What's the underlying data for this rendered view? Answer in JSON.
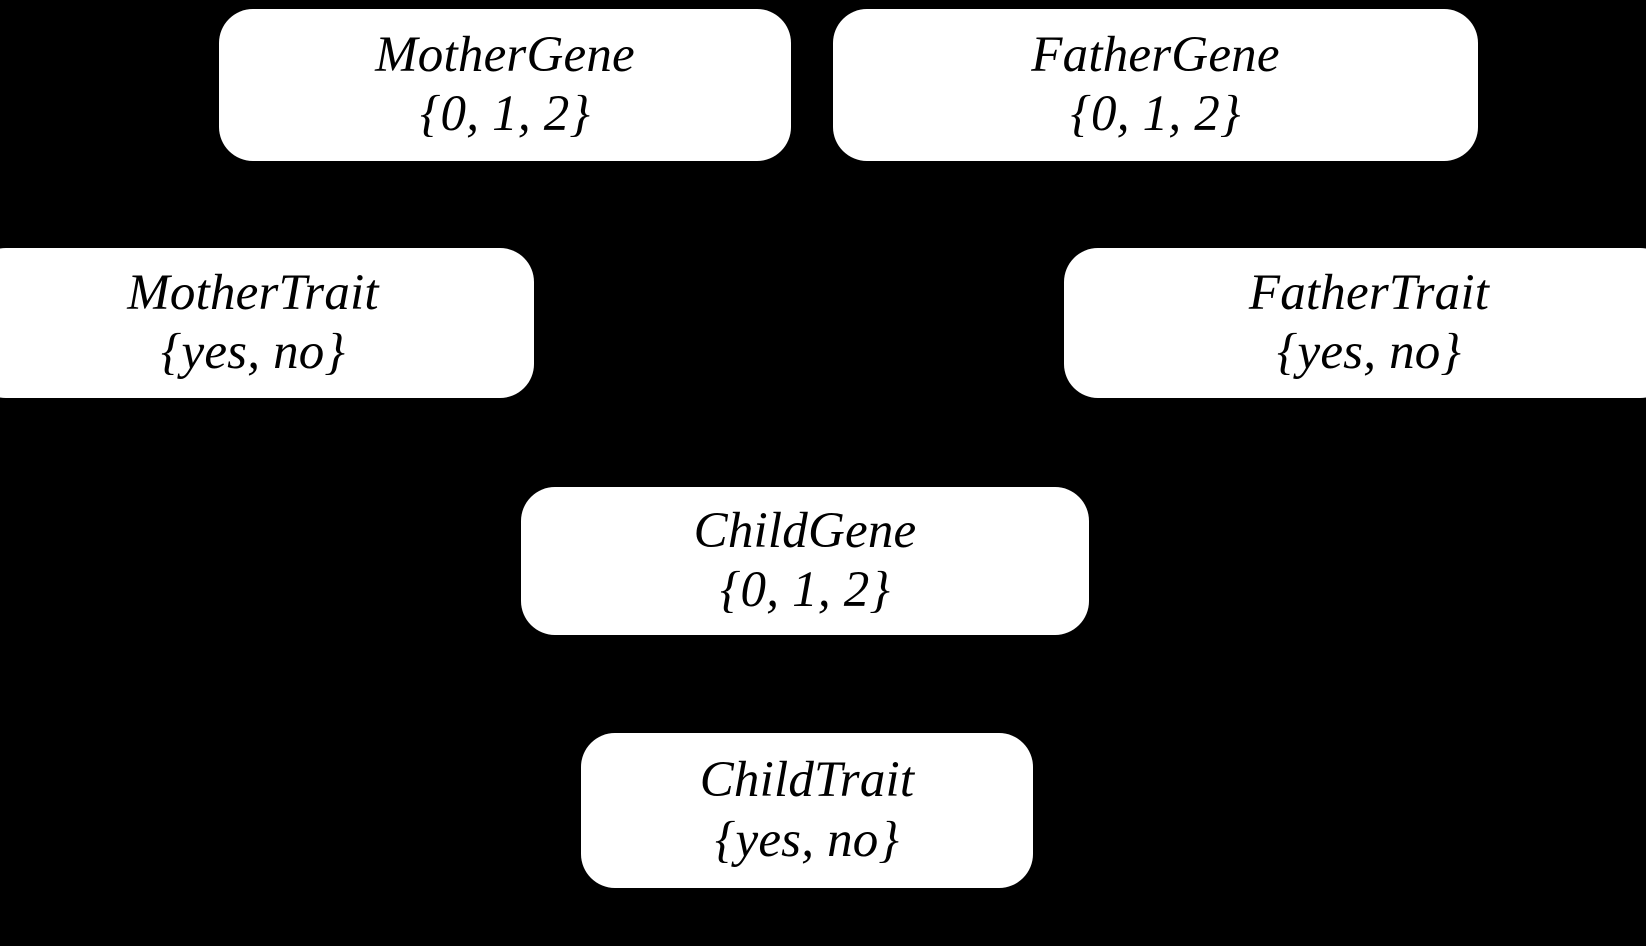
{
  "figure": {
    "kind": "bayesian-network",
    "background_color": "#000000",
    "node_fill_color": "#ffffff",
    "node_text_color": "#000000",
    "edge_color": "#000000"
  },
  "nodes": [
    {
      "id": "mother-gene",
      "label": "MotherGene",
      "domain": "{0, 1, 2}"
    },
    {
      "id": "father-gene",
      "label": "FatherGene",
      "domain": "{0, 1, 2}"
    },
    {
      "id": "mother-trait",
      "label": "MotherTrait",
      "domain": "{yes, no}"
    },
    {
      "id": "father-trait",
      "label": "FatherTrait",
      "domain": "{yes, no}"
    },
    {
      "id": "child-gene",
      "label": "ChildGene",
      "domain": "{0, 1, 2}"
    },
    {
      "id": "child-trait",
      "label": "ChildTrait",
      "domain": "{yes, no}"
    }
  ],
  "edges": [
    {
      "from": "mother-gene",
      "to": "mother-trait"
    },
    {
      "from": "mother-gene",
      "to": "child-gene"
    },
    {
      "from": "father-gene",
      "to": "father-trait"
    },
    {
      "from": "father-gene",
      "to": "child-gene"
    },
    {
      "from": "child-gene",
      "to": "child-trait"
    }
  ]
}
